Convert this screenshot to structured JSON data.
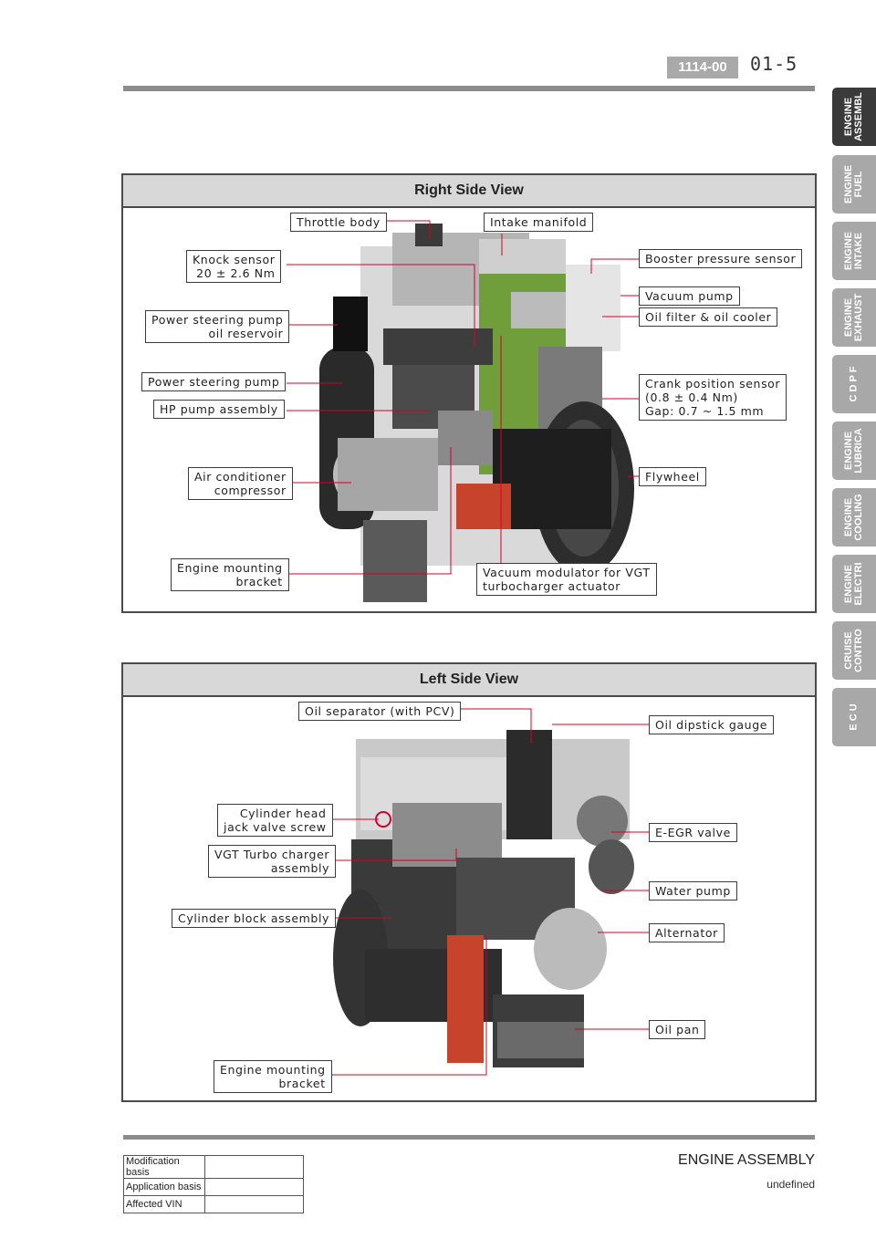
{
  "header": {
    "code": "1114-00",
    "page": "01-5"
  },
  "side_tabs": [
    "ENGINE\nASSEMBL",
    "ENGINE\nFUEL",
    "ENGINE\nINTAKE",
    "ENGINE\nEXHAUST",
    "C D P F",
    "ENGINE\nLUBRICA",
    "ENGINE\nCOOLING",
    "ENGINE\nELECTRI",
    "CRUISE\nCONTRO",
    "E C U"
  ],
  "right_view": {
    "title": "Right Side View",
    "labels": {
      "throttle_body": "Throttle body",
      "intake_manifold": "Intake manifold",
      "knock_sensor": "Knock sensor\n20 ± 2.6 Nm",
      "booster_pressure_sensor": "Booster pressure sensor",
      "vacuum_pump": "Vacuum pump",
      "oil_filter_cooler": "Oil filter & oil cooler",
      "ps_reservoir": "Power steering pump\noil reservoir",
      "ps_pump": "Power steering pump",
      "hp_pump": "HP pump assembly",
      "crank_sensor": "Crank position sensor\n(0.8 ± 0.4 Nm)\nGap: 0.7 ~ 1.5 mm",
      "ac_compressor": "Air conditioner\ncompressor",
      "flywheel": "Flywheel",
      "engine_mount": "Engine mounting\nbracket",
      "vacuum_modulator": "Vacuum modulator for VGT\nturbocharger actuator"
    }
  },
  "left_view": {
    "title": "Left Side View",
    "labels": {
      "oil_separator": "Oil separator (with PCV)",
      "oil_dipstick": "Oil dipstick gauge",
      "cyl_head_screw": "Cylinder head\njack valve screw",
      "egr_valve": "E-EGR valve",
      "vgt_turbo": "VGT Turbo charger\nassembly",
      "water_pump": "Water pump",
      "cyl_block": "Cylinder block assembly",
      "alternator": "Alternator",
      "oil_pan": "Oil pan",
      "engine_mount": "Engine mounting\nbracket"
    }
  },
  "footer": {
    "title": "ENGINE ASSEMBLY",
    "subtitle": "undefined",
    "table": [
      {
        "key": "Modification basis",
        "value": ""
      },
      {
        "key": "Application basis",
        "value": ""
      },
      {
        "key": "Affected VIN",
        "value": ""
      }
    ]
  },
  "colors": {
    "leader": "#d6002a",
    "panel_border": "#4a4a4a",
    "tab": "#a8a8a8",
    "tab_active": "#3a3a3a"
  }
}
